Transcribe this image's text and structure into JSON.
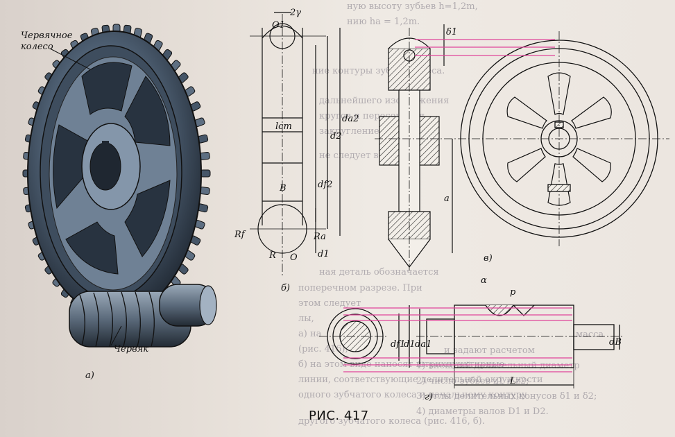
{
  "figure": {
    "caption": "РИС. 417",
    "labels": {
      "worm_wheel": "Червячное колесо",
      "worm": "Червяк",
      "view_a": "а)",
      "view_b": "б)",
      "view_c": "в)",
      "view_d": "г)"
    },
    "dimensions": {
      "O1": "O1",
      "two_gamma": "2γ",
      "l_cm": "lcm",
      "B": "B",
      "d2": "d2",
      "da2": "da2",
      "df2": "df2",
      "d1": "d1",
      "Rf": "Rf",
      "Ra": "Ra",
      "R": "R",
      "O": "O",
      "delta1": "δ1",
      "a": "a",
      "alpha": "α",
      "p": "p",
      "df1": "df1",
      "d1_worm": "d1",
      "da1": "da1",
      "dB": "dB",
      "L": "L"
    }
  },
  "background_text": [
    "ную высоту зубьев h=1,2m,",
    "нию hа = 1,2m.",
    "ние контуры зубьев колеса.",
    "дальнейшего изображения",
    "кругов и пересечения",
    "закругление.",
    "не следует выполнять",
    "ная деталь обозначается",
    "поперечном разрезе. При",
    "этом следует",
    "лы,",
    "а) на",
    "(рис. 416),",
    "б) на этом виде наносят штрихпунктирные",
    "линии, соответствующие делительной окружности",
    "одного зубчатого колеса и начальному контуру",
    "другого зубчатого колеса (рис. 416, б).",
    "масса",
    "и задают расчетом",
    "1) внешний делительный диаметр",
    "2) число зубьев z1 и z2;",
    "3) углы делительных конусов δ1 и δ2;",
    "4) диаметры валов D1 и D2."
  ]
}
